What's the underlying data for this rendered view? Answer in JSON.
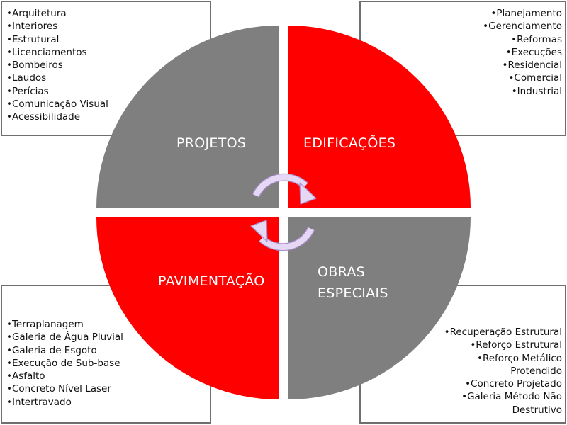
{
  "colors": {
    "gray_quadrant": "#7f7f7f",
    "red_quadrant": "#ff0000",
    "cycle_arrows": "#e6d8f4",
    "cycle_arrows_outline": "#a98fd0",
    "box_border": "#6f6f6f"
  },
  "icons": {
    "cycle": "circular-arrows-icon"
  },
  "quadrants": {
    "projetos": {
      "label": "PROJETOS",
      "items": [
        "•Arquitetura",
        "•Interiores",
        "•Estrutural",
        "•Licenciamentos",
        "•Bombeiros",
        "•Laudos",
        "•Perícias",
        "•Comunicação Visual",
        "•Acessibilidade"
      ]
    },
    "edificacoes": {
      "label": "EDIFICAÇÕES",
      "items": [
        "•Planejamento",
        "•Gerenciamento",
        "•Reformas",
        "•Execuções",
        "•Residencial",
        "•Comercial",
        "•Industrial"
      ]
    },
    "pavimentacao": {
      "label": "PAVIMENTAÇÃO",
      "items": [
        "•Terraplanagem",
        "•Galeria de Água Pluvial",
        "•Galeria de Esgoto",
        "•Execução de Sub-base",
        "•Asfalto",
        "•Concreto Nível Laser",
        "•Intertravado"
      ]
    },
    "obras_especiais": {
      "label": "OBRAS\nESPECIAIS",
      "items": [
        "•Recuperação Estrutural",
        "•Reforço Estrutural",
        "•Reforço Metálico\nProtendido",
        "•Concreto Projetado",
        "•Galeria Método Não\nDestrutivo"
      ]
    }
  }
}
